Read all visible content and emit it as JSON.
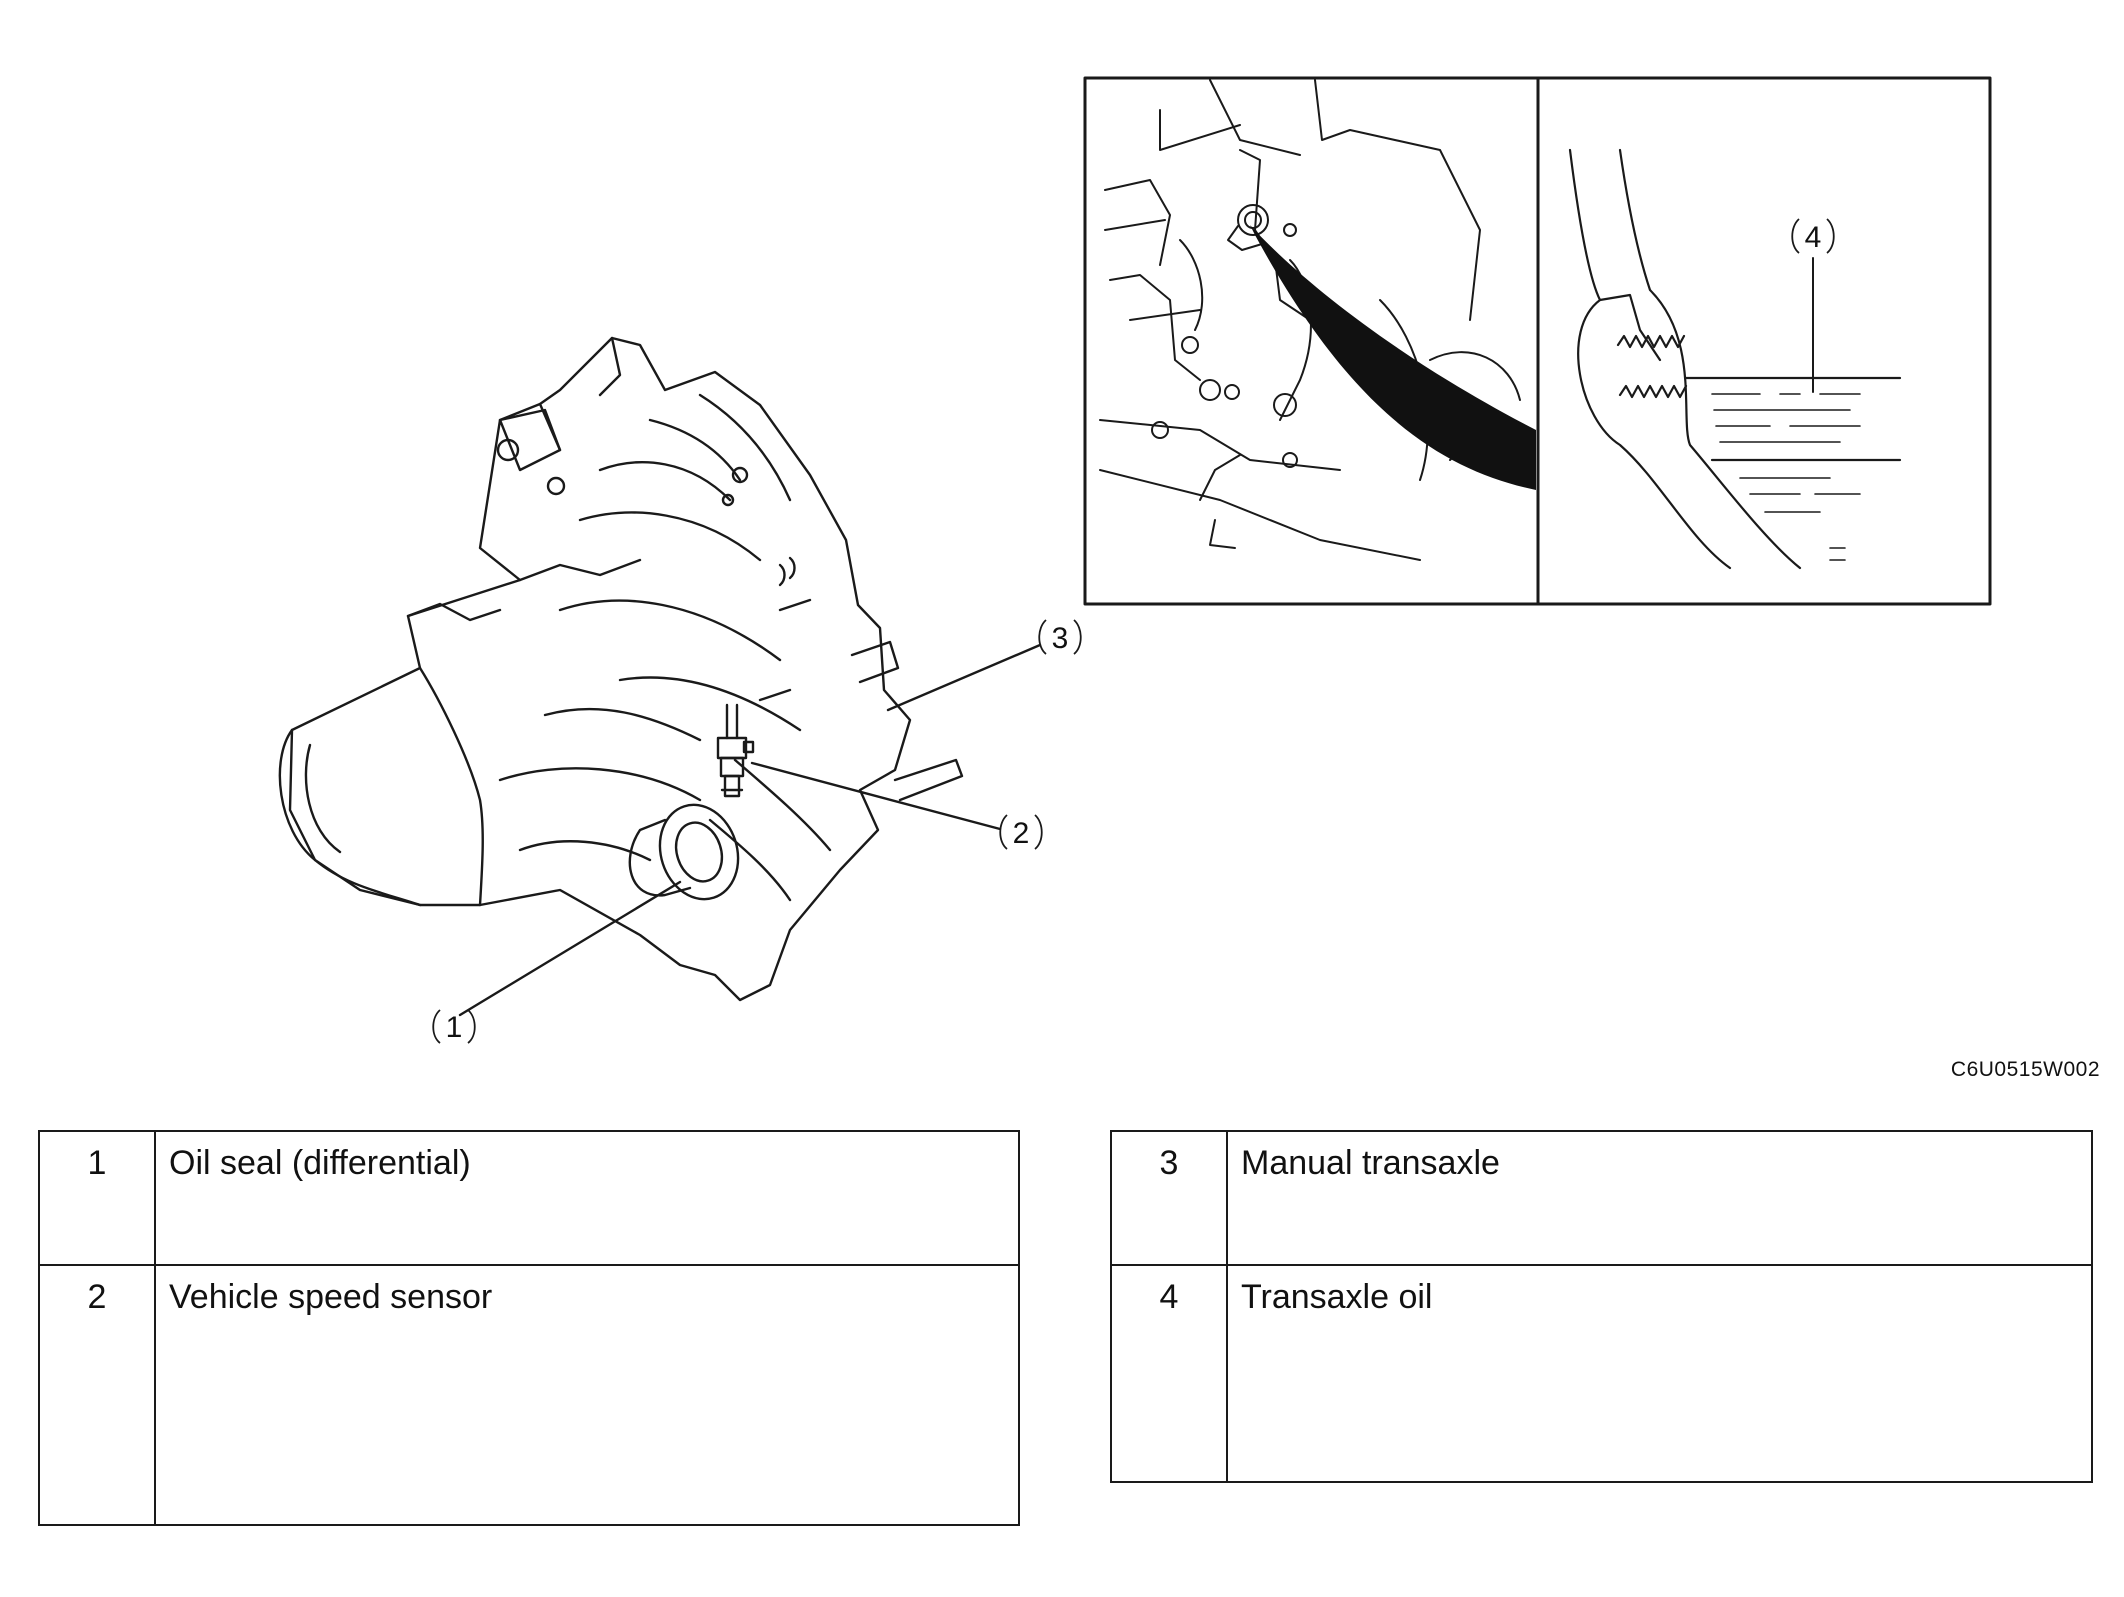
{
  "figure": {
    "code": "C6U0515W002",
    "callouts": [
      "1",
      "2",
      "3",
      "4"
    ]
  },
  "legend": {
    "left": [
      {
        "num": "1",
        "label": "Oil seal (differential)"
      },
      {
        "num": "2",
        "label": "Vehicle speed sensor"
      }
    ],
    "right": [
      {
        "num": "3",
        "label": "Manual transaxle"
      },
      {
        "num": "4",
        "label": "Transaxle oil"
      }
    ]
  }
}
